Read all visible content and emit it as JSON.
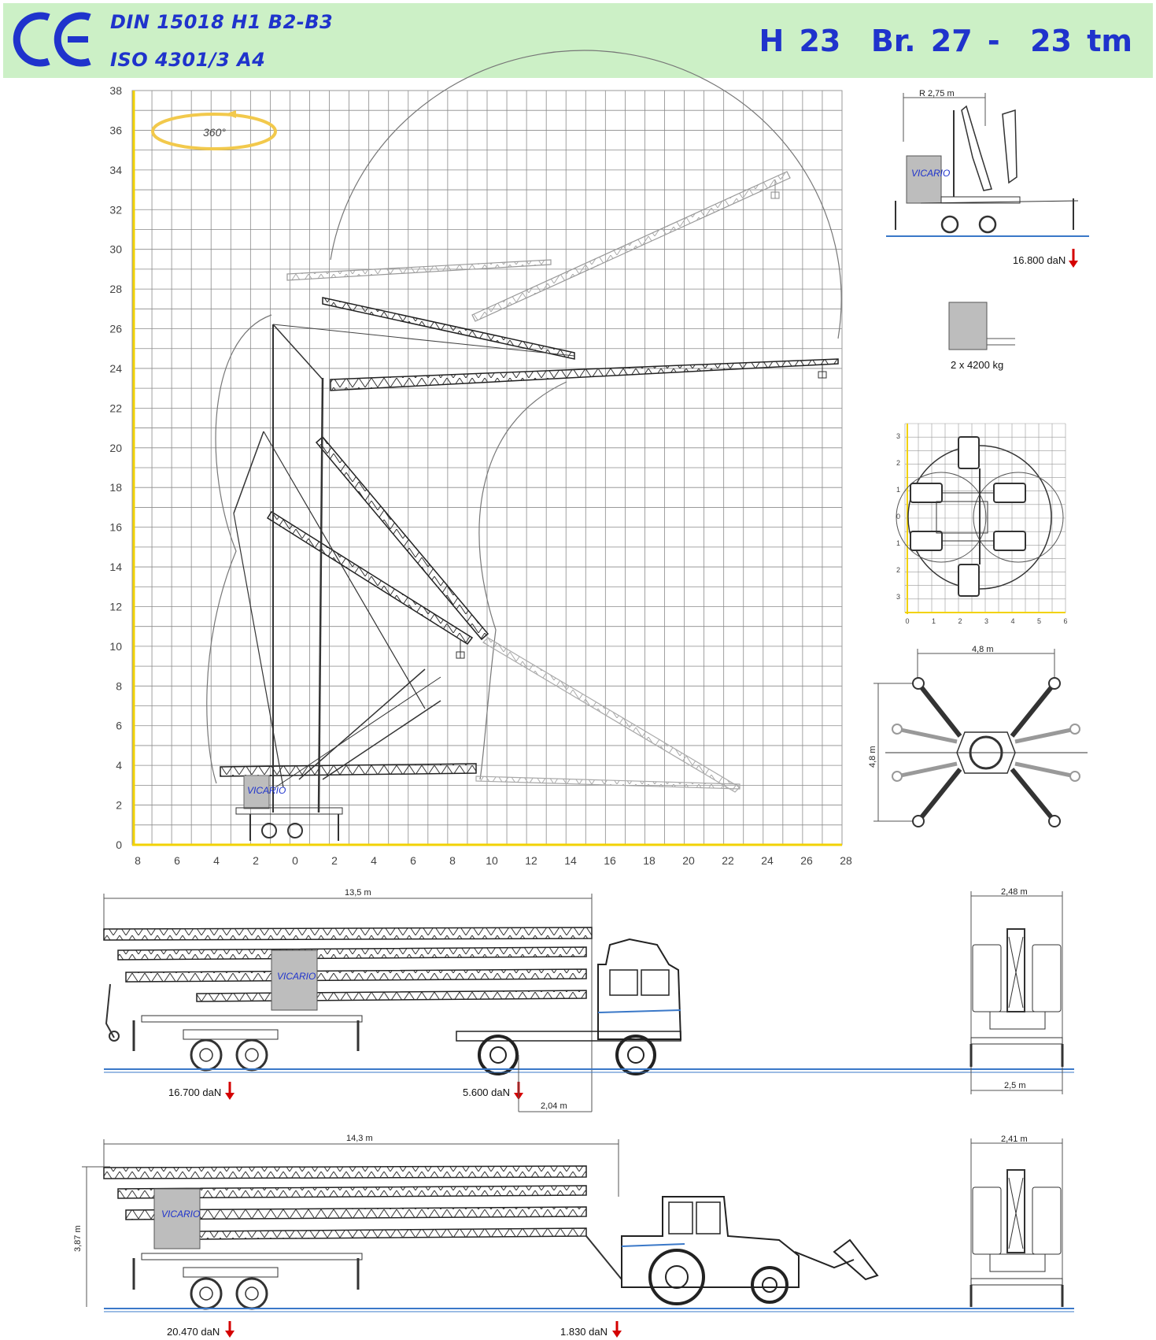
{
  "header": {
    "standard_1": "DIN 15018 H1 B2-B3",
    "standard_2": "ISO 4301/3  A4",
    "model": "H 23  Br. 27 -  23 tm",
    "mark": "CE"
  },
  "colors": {
    "header_bg": "#ccf0c6",
    "title_blue": "#1f33cc",
    "load_arrow": "#d40000",
    "ground": "#3a78c8",
    "ballast": "#bdbdbd"
  },
  "main_chart": {
    "y_ticks": [
      "38",
      "36",
      "34",
      "32",
      "30",
      "28",
      "26",
      "24",
      "22",
      "20",
      "18",
      "16",
      "14",
      "12",
      "10",
      "8",
      "6",
      "4",
      "2",
      "0"
    ],
    "x_ticks": [
      "8",
      "6",
      "4",
      "2",
      "0",
      "2",
      "4",
      "6",
      "8",
      "10",
      "12",
      "14",
      "16",
      "18",
      "20",
      "22",
      "24",
      "26",
      "28"
    ],
    "rotation_label": "360°"
  },
  "side_view": {
    "radius_label": "R 2,75 m",
    "load": "16.800 daN"
  },
  "ballast": {
    "label": "2 x 4200 kg"
  },
  "footprint_grid": {
    "y_ticks": [
      "3",
      "2",
      "1",
      "0",
      "1",
      "2",
      "3"
    ],
    "x_ticks": [
      "0",
      "1",
      "2",
      "3",
      "4",
      "5",
      "6"
    ]
  },
  "outrigger": {
    "width": "4,8 m",
    "height": "4,8 m"
  },
  "truck_transport": {
    "length": "13,5 m",
    "rear_load": "16.700 daN",
    "front_load": "5.600 daN",
    "overhang": "2,04 m",
    "width_top": "2,48 m",
    "width_bottom": "2,5 m"
  },
  "tractor_transport": {
    "length": "14,3 m",
    "height": "3,87 m",
    "rear_load": "20.470 daN",
    "front_load": "1.830 daN",
    "width_top": "2,41 m"
  },
  "brand": "VICARIO"
}
